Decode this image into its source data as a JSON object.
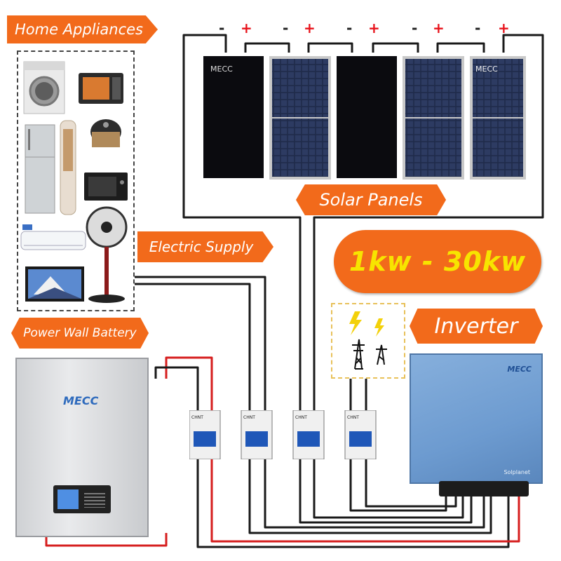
{
  "labels": {
    "home_appliances": "Home Appliances",
    "solar_panels": "Solar Panels",
    "electric_supply": "Electric  Supply",
    "power_range": "1kw - 30kw",
    "inverter": "Inverter",
    "power_wall_battery": "Power Wall Battery"
  },
  "brand": {
    "panel_logo": "MECC",
    "battery_logo": "MECC",
    "inverter_logo": "MECC",
    "inverter_maker": "Solplanet",
    "breaker_brand": "CHNT"
  },
  "polarity_signs": [
    "-",
    "+",
    "-",
    "+",
    "-",
    "+",
    "-",
    "+",
    "-",
    "+"
  ],
  "colors": {
    "accent_orange": "#f26a1b",
    "power_range_text": "#f7e400",
    "wire_black": "#1a1a1a",
    "wire_red": "#d61e1e",
    "inverter_blue": "#6d9bd0",
    "grid_box_border": "#e8c15a"
  },
  "icons": [
    "washing-machine-icon",
    "microwave-icon",
    "refrigerator-icon",
    "air-purifier-icon",
    "rice-cooker-icon",
    "oven-icon",
    "air-conditioner-icon",
    "fan-icon",
    "television-icon",
    "power-tower-icon",
    "lightning-icon",
    "circuit-breaker-icon"
  ]
}
